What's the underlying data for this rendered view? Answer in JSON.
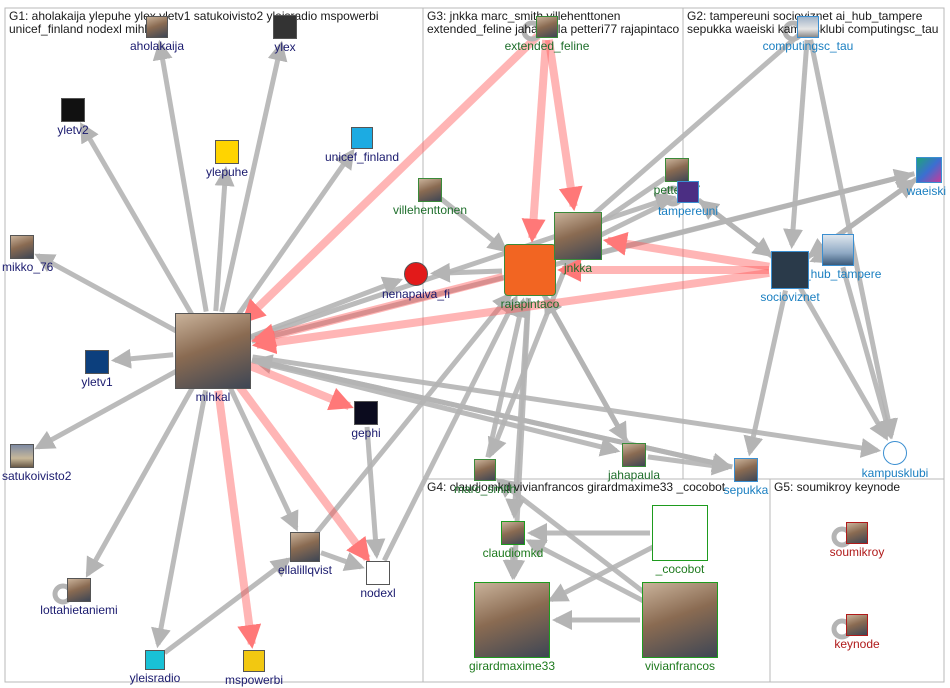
{
  "groups": [
    {
      "id": "G1",
      "title": "G1: aholakaija ylepuhe ylex yletv1 satukoivisto2 yleisradio mspowerbi\nunicef_finland nodexl mihkal"
    },
    {
      "id": "G3",
      "title": "G3: jnkka marc_smith villehenttonen\nextended_feline jahapaula petteri77 rajapintaco"
    },
    {
      "id": "G2",
      "title": "G2: tampereuni socioviznet ai_hub_tampere\nsepukka waeiski kampusklubi computingsc_tau"
    },
    {
      "id": "G4",
      "title": "G4: claudiomkd vivianfrancos girardmaxime33 _cocobot"
    },
    {
      "id": "G5",
      "title": "G5: soumikroy keynode"
    }
  ],
  "nodes": [
    {
      "id": "aholakaija",
      "label": "aholakaija",
      "group": "g1",
      "icon": "person-photo-icon"
    },
    {
      "id": "ylex",
      "label": "ylex",
      "group": "g1",
      "icon": "ylex-logo-icon"
    },
    {
      "id": "yletv2",
      "label": "yletv2",
      "group": "g1",
      "icon": "yle-tv2-logo-icon"
    },
    {
      "id": "ylepuhe",
      "label": "ylepuhe",
      "group": "g1",
      "icon": "ylepuhe-logo-icon"
    },
    {
      "id": "unicef_finland",
      "label": "unicef_finland",
      "group": "g1",
      "icon": "unicef-logo-icon"
    },
    {
      "id": "mikko_76",
      "label": "mikko_76",
      "group": "g1",
      "icon": "person-photo-icon"
    },
    {
      "id": "mihkal",
      "label": "mihkal",
      "group": "g1",
      "icon": "person-photo-icon"
    },
    {
      "id": "yletv1",
      "label": "yletv1",
      "group": "g1",
      "icon": "yle-tv1-logo-icon"
    },
    {
      "id": "nenapaiva_fi",
      "label": "nenapaiva_fi",
      "group": "g1",
      "icon": "nenapaiva-logo-icon"
    },
    {
      "id": "gephi",
      "label": "gephi",
      "group": "g1",
      "icon": "gephi-logo-icon"
    },
    {
      "id": "satukoivisto2",
      "label": "satukoivisto2",
      "group": "g1",
      "icon": "landscape-photo-icon"
    },
    {
      "id": "ellalillqvist",
      "label": "ellalillqvist",
      "group": "g1",
      "icon": "person-photo-icon"
    },
    {
      "id": "nodexl",
      "label": "nodexl",
      "group": "g1",
      "icon": "nodexl-logo-icon"
    },
    {
      "id": "lottahietaniemi",
      "label": "lottahietaniemi",
      "group": "g1",
      "icon": "person-photo-icon"
    },
    {
      "id": "yleisradio",
      "label": "yleisradio",
      "group": "g1",
      "icon": "yle-logo-icon"
    },
    {
      "id": "mspowerbi",
      "label": "mspowerbi",
      "group": "g1",
      "icon": "powerbi-logo-icon"
    },
    {
      "id": "extended_feline",
      "label": "extended_feline",
      "group": "g3",
      "icon": "person-photo-icon"
    },
    {
      "id": "villehenttonen",
      "label": "villehenttonen",
      "group": "g3",
      "icon": "person-photo-icon"
    },
    {
      "id": "rajapintaco",
      "label": "rajapintaco",
      "group": "g3",
      "icon": "r-logo-icon"
    },
    {
      "id": "jnkka",
      "label": "jnkka",
      "group": "g3",
      "icon": "person-photo-icon"
    },
    {
      "id": "petteri77",
      "label": "petteri77",
      "group": "g3",
      "icon": "person-photo-icon"
    },
    {
      "id": "jahapaula",
      "label": "jahapaula",
      "group": "g3",
      "icon": "person-photo-icon"
    },
    {
      "id": "marc_smith",
      "label": "marc_smith",
      "group": "g3",
      "icon": "person-photo-icon"
    },
    {
      "id": "computingsc_tau",
      "label": "computingsc_tau",
      "group": "g2",
      "icon": "building-photo-icon"
    },
    {
      "id": "tampereuni",
      "label": "tampereuni",
      "group": "g2",
      "icon": "tampereuni-logo-icon"
    },
    {
      "id": "waeiski",
      "label": "waeiski",
      "group": "g2",
      "icon": "colorful-avatar-icon"
    },
    {
      "id": "ai_hub_tampere",
      "label": "ai_hub_tampere",
      "group": "g2",
      "icon": "robot-photo-icon"
    },
    {
      "id": "socioviznet",
      "label": "socioviznet",
      "group": "g2",
      "icon": "socioviz-logo-icon"
    },
    {
      "id": "sepukka",
      "label": "sepukka",
      "group": "g2",
      "icon": "person-photo-icon"
    },
    {
      "id": "kampusklubi",
      "label": "kampusklubi",
      "group": "g2",
      "icon": "kampusklubi-logo-icon"
    },
    {
      "id": "claudiomkd",
      "label": "claudiomkd",
      "group": "g4",
      "icon": "person-photo-icon"
    },
    {
      "id": "_cocobot",
      "label": "_cocobot",
      "group": "g4",
      "icon": "cartoon-avatar-icon"
    },
    {
      "id": "girardmaxime33",
      "label": "girardmaxime33",
      "group": "g4",
      "icon": "person-photo-icon"
    },
    {
      "id": "vivianfrancos",
      "label": "vivianfrancos",
      "group": "g4",
      "icon": "person-photo-icon"
    },
    {
      "id": "soumikroy",
      "label": "soumikroy",
      "group": "g5",
      "icon": "person-photo-icon"
    },
    {
      "id": "keynode",
      "label": "keynode",
      "group": "g5",
      "icon": "person-photo-icon"
    }
  ],
  "edges": [
    {
      "from": "mihkal",
      "to": "aholakaija",
      "type": "grey"
    },
    {
      "from": "mihkal",
      "to": "ylex",
      "type": "grey"
    },
    {
      "from": "mihkal",
      "to": "yletv2",
      "type": "grey"
    },
    {
      "from": "mihkal",
      "to": "ylepuhe",
      "type": "grey"
    },
    {
      "from": "mihkal",
      "to": "unicef_finland",
      "type": "grey"
    },
    {
      "from": "mihkal",
      "to": "mikko_76",
      "type": "grey"
    },
    {
      "from": "mihkal",
      "to": "yletv1",
      "type": "grey"
    },
    {
      "from": "mihkal",
      "to": "satukoivisto2",
      "type": "grey"
    },
    {
      "from": "mihkal",
      "to": "lottahietaniemi",
      "type": "grey"
    },
    {
      "from": "mihkal",
      "to": "yleisradio",
      "type": "grey"
    },
    {
      "from": "mihkal",
      "to": "mspowerbi",
      "type": "red"
    },
    {
      "from": "mihkal",
      "to": "nodexl",
      "type": "red"
    },
    {
      "from": "mihkal",
      "to": "gephi",
      "type": "red"
    },
    {
      "from": "mihkal",
      "to": "nenapaiva_fi",
      "type": "grey"
    },
    {
      "from": "mihkal",
      "to": "ellalillqvist",
      "type": "grey"
    },
    {
      "from": "mihkal",
      "to": "sepukka",
      "type": "grey"
    },
    {
      "from": "mihkal",
      "to": "kampusklubi",
      "type": "grey"
    },
    {
      "from": "mihkal",
      "to": "jahapaula",
      "type": "grey"
    },
    {
      "from": "socioviznet",
      "to": "mihkal",
      "type": "red"
    },
    {
      "from": "socioviznet",
      "to": "rajapintaco",
      "type": "red"
    },
    {
      "from": "socioviznet",
      "to": "jnkka",
      "type": "red"
    },
    {
      "from": "extended_feline",
      "to": "rajapintaco",
      "type": "red"
    },
    {
      "from": "extended_feline",
      "to": "jnkka",
      "type": "red"
    },
    {
      "from": "extended_feline",
      "to": "mihkal",
      "type": "red"
    },
    {
      "from": "jnkka",
      "to": "rajapintaco",
      "type": "red"
    },
    {
      "from": "rajapintaco",
      "to": "mihkal",
      "type": "red"
    },
    {
      "from": "villehenttonen",
      "to": "rajapintaco",
      "type": "grey"
    },
    {
      "from": "computingsc_tau",
      "to": "rajapintaco",
      "type": "grey"
    },
    {
      "from": "computingsc_tau",
      "to": "socioviznet",
      "type": "grey"
    },
    {
      "from": "computingsc_tau",
      "to": "kampusklubi",
      "type": "grey"
    },
    {
      "from": "petteri77",
      "to": "rajapintaco",
      "type": "grey"
    },
    {
      "from": "tampereuni",
      "to": "rajapintaco",
      "type": "grey"
    },
    {
      "from": "tampereuni",
      "to": "socioviznet",
      "type": "grey"
    },
    {
      "from": "waeiski",
      "to": "socioviznet",
      "type": "grey"
    },
    {
      "from": "waeiski",
      "to": "rajapintaco",
      "type": "grey"
    },
    {
      "from": "ai_hub_tampere",
      "to": "socioviznet",
      "type": "grey"
    },
    {
      "from": "ai_hub_tampere",
      "to": "kampusklubi",
      "type": "grey"
    },
    {
      "from": "socioviznet",
      "to": "sepukka",
      "type": "grey"
    },
    {
      "from": "socioviznet",
      "to": "kampusklubi",
      "type": "grey"
    },
    {
      "from": "socioviznet",
      "to": "tampereuni",
      "type": "grey"
    },
    {
      "from": "socioviznet",
      "to": "waeiski",
      "type": "grey"
    },
    {
      "from": "jahapaula",
      "to": "rajapintaco",
      "type": "grey"
    },
    {
      "from": "jahapaula",
      "to": "sepukka",
      "type": "grey"
    },
    {
      "from": "marc_smith",
      "to": "rajapintaco",
      "type": "grey"
    },
    {
      "from": "nodexl",
      "to": "rajapintaco",
      "type": "grey"
    },
    {
      "from": "ellalillqvist",
      "to": "rajapintaco",
      "type": "grey"
    },
    {
      "from": "ellalillqvist",
      "to": "nodexl",
      "type": "grey"
    },
    {
      "from": "gephi",
      "to": "nodexl",
      "type": "grey"
    },
    {
      "from": "rajapintaco",
      "to": "nenapaiva_fi",
      "type": "grey"
    },
    {
      "from": "rajapintaco",
      "to": "girardmaxime33",
      "type": "grey"
    },
    {
      "from": "rajapintaco",
      "to": "claudiomkd",
      "type": "grey"
    },
    {
      "from": "rajapintaco",
      "to": "jahapaula",
      "type": "grey"
    },
    {
      "from": "jnkka",
      "to": "marc_smith",
      "type": "grey"
    },
    {
      "from": "_cocobot",
      "to": "claudiomkd",
      "type": "grey"
    },
    {
      "from": "_cocobot",
      "to": "girardmaxime33",
      "type": "grey"
    },
    {
      "from": "vivianfrancos",
      "to": "claudiomkd",
      "type": "grey"
    },
    {
      "from": "vivianfrancos",
      "to": "girardmaxime33",
      "type": "grey"
    },
    {
      "from": "vivianfrancos",
      "to": "marc_smith",
      "type": "grey"
    },
    {
      "from": "claudiomkd",
      "to": "girardmaxime33",
      "type": "grey"
    },
    {
      "from": "mihkal",
      "to": "tampereuni",
      "type": "grey"
    },
    {
      "from": "mihkal",
      "to": "waeiski",
      "type": "grey"
    },
    {
      "from": "sepukka",
      "to": "mihkal",
      "type": "grey"
    },
    {
      "from": "yleisradio",
      "to": "ellalillqvist",
      "type": "grey"
    }
  ],
  "self_loops": [
    "lottahietaniemi",
    "soumikroy",
    "keynode",
    "extended_feline",
    "computingsc_tau",
    "tampereuni"
  ],
  "colors": {
    "edge_grey": "#b4b4b4",
    "edge_red": "#ff5a5a",
    "panel_border": "#b9b9b9"
  }
}
